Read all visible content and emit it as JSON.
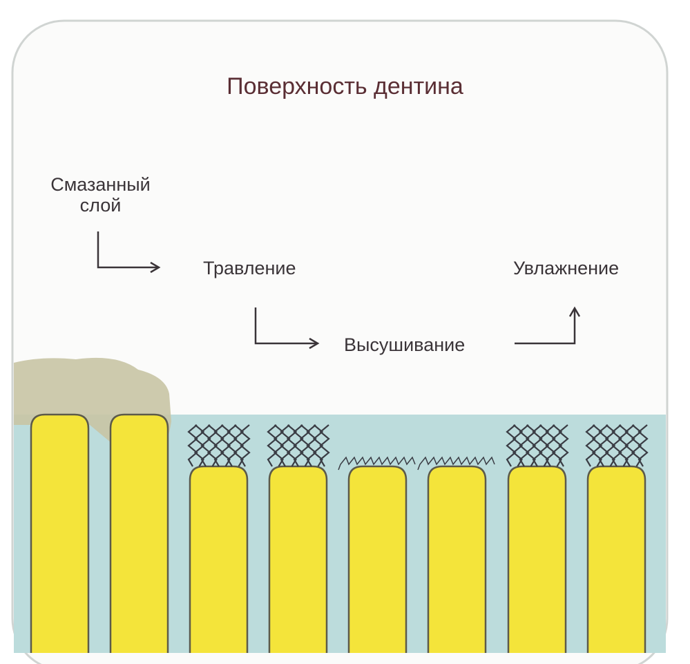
{
  "title": "Поверхность дентина",
  "labels": {
    "smear_line1": "Смазанный",
    "smear_line2": "слой",
    "etching": "Травление",
    "drying": "Высушивание",
    "moistening": "Увлажнение"
  },
  "colors": {
    "tubule_fill": "#f4e43a",
    "fluid": "#bcdcdc",
    "smear": "#c8c4a4",
    "fiber": "#3a3c44",
    "outline": "#5c5a4a"
  }
}
